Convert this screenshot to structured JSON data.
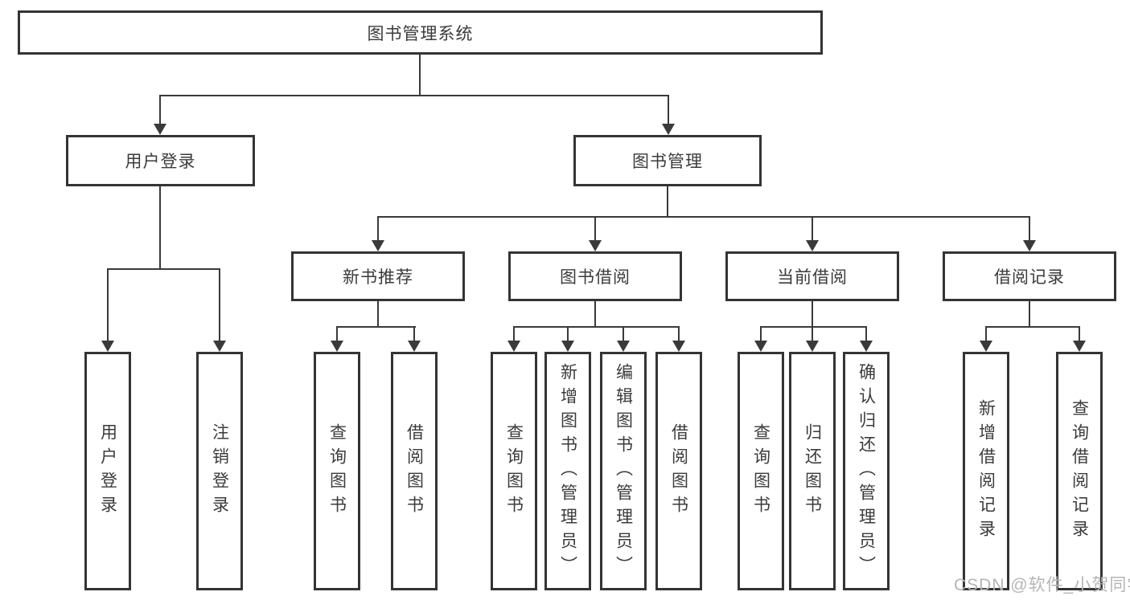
{
  "diagram": {
    "root": {
      "label": "图书管理系统"
    },
    "level2": {
      "user_login": {
        "label": "用户登录"
      },
      "book_mgmt": {
        "label": "图书管理"
      }
    },
    "level3": {
      "new_book": {
        "label": "新书推荐"
      },
      "book_borrow": {
        "label": "图书借阅"
      },
      "current_borrow": {
        "label": "当前借阅"
      },
      "borrow_record": {
        "label": "借阅记录"
      }
    },
    "leaves": {
      "user_login_leaf": {
        "label": "用户登录"
      },
      "logout": {
        "label": "注销登录"
      },
      "nb_query_books": {
        "label": "查询图书"
      },
      "nb_borrow_books": {
        "label": "借阅图书"
      },
      "bb_query_books": {
        "label": "查询图书"
      },
      "bb_add_books": {
        "label": "新增图书（管理员）"
      },
      "bb_edit_books": {
        "label": "编辑图书（管理员）"
      },
      "bb_borrow_books": {
        "label": "借阅图书"
      },
      "cb_query_books": {
        "label": "查询图书"
      },
      "cb_return_books": {
        "label": "归还图书"
      },
      "cb_confirm_return": {
        "label": "确认归还（管理员）"
      },
      "br_add_record": {
        "label": "新增借阅记录"
      },
      "br_query_record": {
        "label": "查询借阅记录"
      }
    }
  },
  "watermark": {
    "text": "CSDN @软件_小贺同学"
  },
  "colors": {
    "line": "#3a3a3a",
    "box_border": "#343434",
    "text": "#3b3b3b",
    "watermark": "#b5b5b5",
    "background": "#ffffff"
  }
}
